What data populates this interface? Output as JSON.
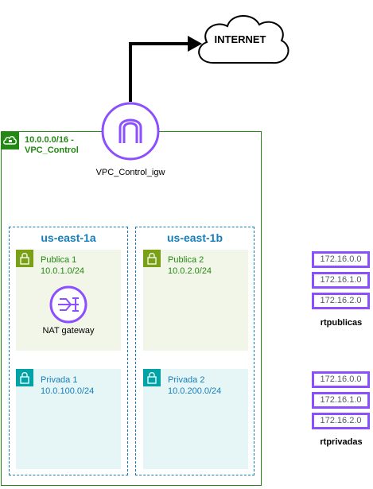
{
  "internet": {
    "label": "INTERNET"
  },
  "vpc": {
    "label_line1": "10.0.0.0/16 -",
    "label_line2": "VPC_Control"
  },
  "igw": {
    "label": "VPC_Control_igw"
  },
  "zones": [
    {
      "label": "us-east-1a"
    },
    {
      "label": "us-east-1b"
    }
  ],
  "subnets": {
    "pub1": {
      "name": "Publica 1",
      "cidr": "10.0.1.0/24"
    },
    "pub2": {
      "name": "Publica 2",
      "cidr": "10.0.2.0/24"
    },
    "priv1": {
      "name": "Privada 1",
      "cidr": "10.0.100.0/24"
    },
    "priv2": {
      "name": "Privada 2",
      "cidr": "10.0.200.0/24"
    }
  },
  "nat": {
    "label": "NAT gateway"
  },
  "rt_public": {
    "label": "rtpublicas",
    "routes": [
      "172.16.0.0",
      "172.16.1.0",
      "172.16.2.0"
    ]
  },
  "rt_private": {
    "label": "rtprivadas",
    "routes": [
      "172.16.0.0",
      "172.16.1.0",
      "172.16.2.0"
    ]
  },
  "colors": {
    "vpc": "#248814",
    "az": "#147EBA",
    "public": "#7AA116",
    "private": "#00A4A6",
    "accent": "#8C4FFF"
  },
  "icons": {
    "igw": "internet-gateway-icon",
    "nat": "nat-gateway-icon",
    "cloud": "cloud-icon",
    "lock": "lock-icon"
  }
}
